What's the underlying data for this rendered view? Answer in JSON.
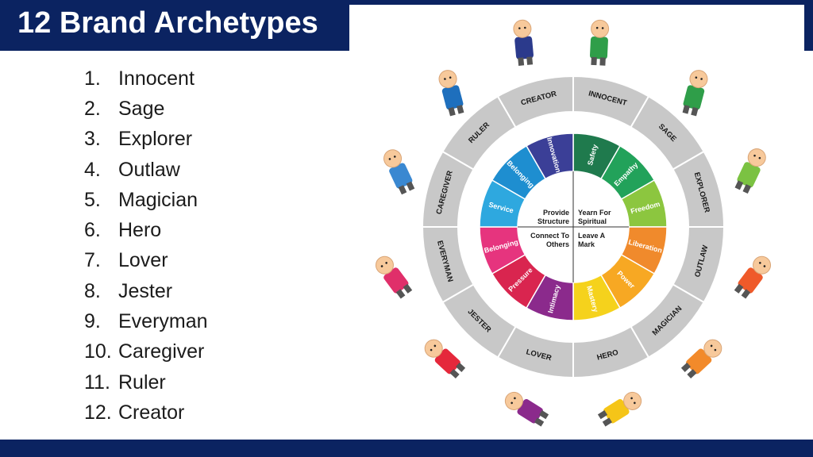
{
  "title": "12 Brand Archetypes",
  "archetype_list": [
    {
      "num": "1.",
      "name": "Innocent"
    },
    {
      "num": "2.",
      "name": "Sage"
    },
    {
      "num": "3.",
      "name": "Explorer"
    },
    {
      "num": "4.",
      "name": "Outlaw"
    },
    {
      "num": "5.",
      "name": "Magician"
    },
    {
      "num": "6.",
      "name": "Hero"
    },
    {
      "num": "7.",
      "name": "Lover"
    },
    {
      "num": "8.",
      "name": "Jester"
    },
    {
      "num": "9.",
      "name": "Everyman"
    },
    {
      "num": "10.",
      "name": "Caregiver"
    },
    {
      "num": "11.",
      "name": "Ruler"
    },
    {
      "num": "12.",
      "name": "Creator"
    }
  ],
  "wheel": {
    "outer_ring": [
      "INNOCENT",
      "SAGE",
      "EXPLORER",
      "OUTLAW",
      "MAGICIAN",
      "HERO",
      "LOVER",
      "JESTER",
      "EVERYMAN",
      "CAREGIVER",
      "RULER",
      "CREATOR"
    ],
    "inner_ring": [
      {
        "label": "Safety",
        "color": "#1f7a4d"
      },
      {
        "label": "Empathy",
        "color": "#22a25a"
      },
      {
        "label": "Freedom",
        "color": "#8cc63f"
      },
      {
        "label": "Liberation",
        "color": "#f08a2c"
      },
      {
        "label": "Power",
        "color": "#f7a823"
      },
      {
        "label": "Mastery",
        "color": "#f5d21c"
      },
      {
        "label": "Intimacy",
        "color": "#8b2a8c"
      },
      {
        "label": "Pressure",
        "color": "#d9254f"
      },
      {
        "label": "Belonging",
        "color": "#e6347e"
      },
      {
        "label": "Service",
        "color": "#2ea8df"
      },
      {
        "label": "Belonging",
        "color": "#1e8ed0"
      },
      {
        "label": "Innovation",
        "color": "#3b3f97"
      }
    ],
    "quadrants": {
      "top_left": [
        "Provide",
        "Structure"
      ],
      "top_right": [
        "Yearn For",
        "Spiritual"
      ],
      "bottom_left": [
        "Connect To",
        "Others"
      ],
      "bottom_right": [
        "Leave A",
        "Mark"
      ]
    },
    "colors": {
      "outer_ring": "#c8c8c8",
      "divider": "#ffffff"
    }
  },
  "figures": [
    {
      "archetype": "Creator",
      "color": "#2b3a8c"
    },
    {
      "archetype": "Innocent",
      "color": "#2f9e49"
    },
    {
      "archetype": "Sage",
      "color": "#2f9e49"
    },
    {
      "archetype": "Ruler",
      "color": "#1e6fbd"
    },
    {
      "archetype": "Caregiver",
      "color": "#3a88d1"
    },
    {
      "archetype": "Explorer",
      "color": "#7bc242"
    },
    {
      "archetype": "Everyman",
      "color": "#e02f6a"
    },
    {
      "archetype": "Outlaw",
      "color": "#ef5a2a"
    },
    {
      "archetype": "Jester",
      "color": "#e5283b"
    },
    {
      "archetype": "Magician",
      "color": "#f28a2a"
    },
    {
      "archetype": "Lover",
      "color": "#8b2a8c"
    },
    {
      "archetype": "Hero",
      "color": "#f5c518"
    }
  ]
}
